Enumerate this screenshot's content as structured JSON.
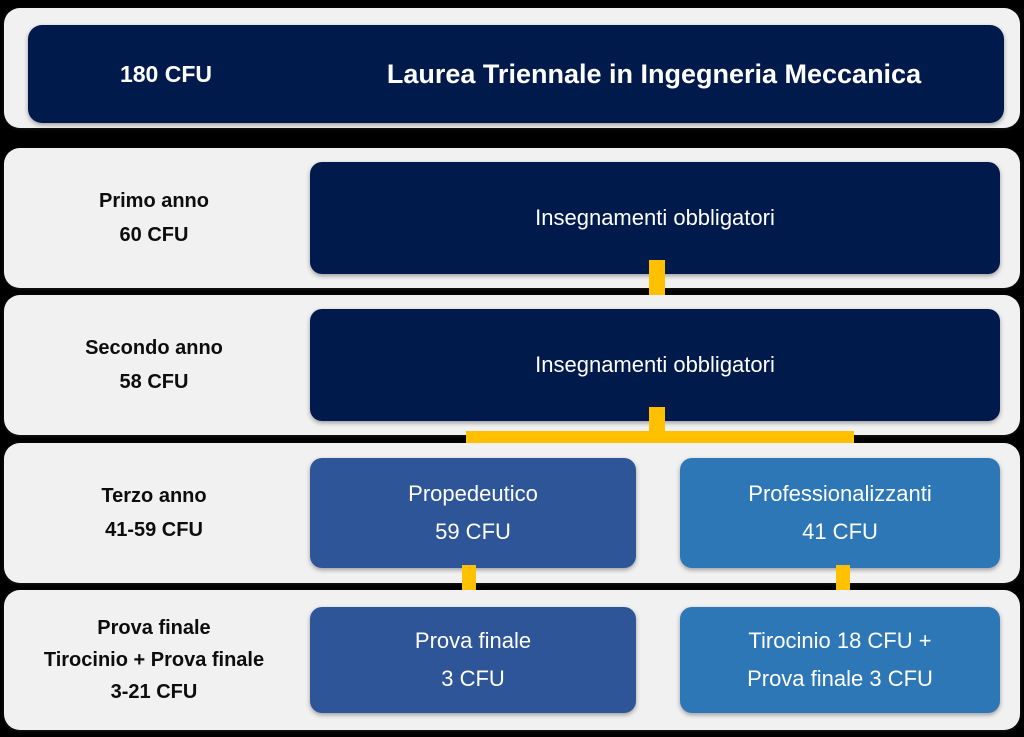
{
  "diagram": {
    "title": "Laurea Triennale in Ingegneria Meccanica",
    "total_cfu": "180 CFU",
    "colors": {
      "navy": "#011A4C",
      "blue_dark": "#2E5597",
      "blue_light": "#2E77B6",
      "connector_yellow": "#FFC000",
      "row_background": "#F1F1F1",
      "page_background": "#000000"
    },
    "rows": [
      {
        "id": "header",
        "cfu": "180 CFU",
        "title": "Laurea Triennale in Ingegneria Meccanica"
      },
      {
        "id": "primo-anno",
        "label_lines": [
          "Primo anno",
          "60 CFU"
        ],
        "boxes": [
          {
            "id": "insegnamenti-obbligatori-1",
            "lines": [
              "Insegnamenti obbligatori"
            ],
            "color": "navy"
          }
        ]
      },
      {
        "id": "secondo-anno",
        "label_lines": [
          "Secondo anno",
          "58 CFU"
        ],
        "boxes": [
          {
            "id": "insegnamenti-obbligatori-2",
            "lines": [
              "Insegnamenti obbligatori"
            ],
            "color": "navy"
          }
        ]
      },
      {
        "id": "terzo-anno",
        "label_lines": [
          "Terzo anno",
          "41-59 CFU"
        ],
        "boxes": [
          {
            "id": "propedeutico",
            "lines": [
              "Propedeutico",
              "59 CFU"
            ],
            "color": "blue-dark"
          },
          {
            "id": "professionalizzanti",
            "lines": [
              "Professionalizzanti",
              "41 CFU"
            ],
            "color": "blue-light"
          }
        ]
      },
      {
        "id": "prova-finale",
        "label_lines": [
          "Prova finale",
          "Tirocinio + Prova finale",
          "3-21 CFU"
        ],
        "boxes": [
          {
            "id": "prova-finale-box",
            "lines": [
              "Prova finale",
              "3 CFU"
            ],
            "color": "blue-dark"
          },
          {
            "id": "tirocinio-prova-finale-box",
            "lines": [
              "Tirocinio 18 CFU +",
              "Prova finale 3 CFU"
            ],
            "color": "blue-light"
          }
        ]
      }
    ]
  }
}
